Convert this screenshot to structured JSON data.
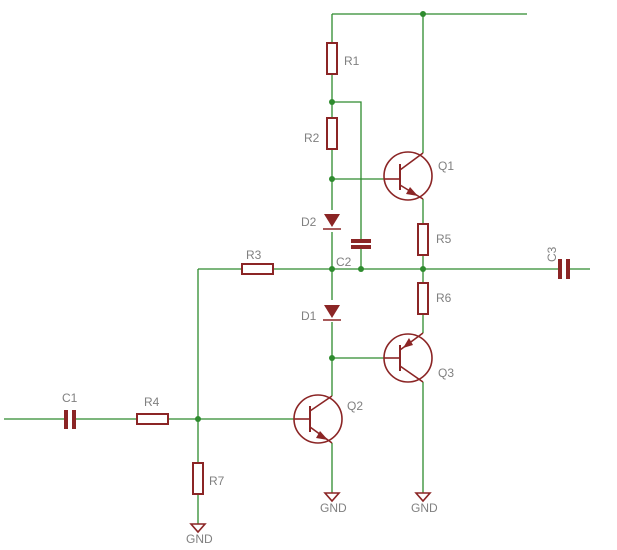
{
  "labels": {
    "r1": "R1",
    "r2": "R2",
    "r3": "R3",
    "r4": "R4",
    "r5": "R5",
    "r6": "R6",
    "r7": "R7",
    "c1": "C1",
    "c2": "C2",
    "c3": "C3",
    "d1": "D1",
    "d2": "D2",
    "q1": "Q1",
    "q2": "Q2",
    "q3": "Q3",
    "gnd": "GND"
  },
  "colors": {
    "wire": "#2e8b2e",
    "component": "#8b2525",
    "label": "#808080",
    "background": "#ffffff"
  }
}
